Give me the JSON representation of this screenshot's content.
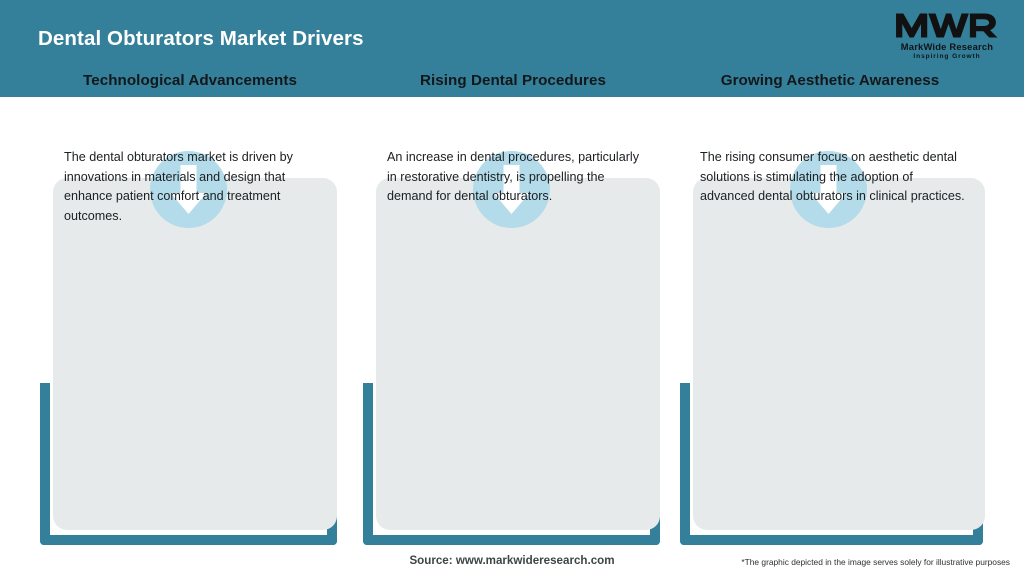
{
  "header": {
    "title": "Dental Obturators Market Drivers",
    "background_color": "#34809a",
    "title_color": "#ffffff"
  },
  "logo": {
    "mark": "MWR",
    "name": "MarkWide Research",
    "tagline": "Inspiring Growth"
  },
  "cards": [
    {
      "icon": "down-arrow-icon",
      "title": "Technological Advancements",
      "body": "The dental obturators market is driven by innovations in materials and design that enhance patient comfort and treatment outcomes."
    },
    {
      "icon": "down-arrow-icon",
      "title": "Rising Dental Procedures",
      "body": "An increase in dental procedures, particularly in restorative dentistry, is propelling the demand for dental obturators."
    },
    {
      "icon": "down-arrow-icon",
      "title": "Growing Aesthetic Awareness",
      "body": "The rising consumer focus on aesthetic dental solutions is stimulating the adoption of advanced dental obturators in clinical practices."
    }
  ],
  "footer": {
    "source": "Source: www.markwideresearch.com",
    "note": "*The graphic depicted in the image serves solely for illustrative purposes"
  },
  "colors": {
    "accent_teal": "#34809a",
    "badge_blue": "#b3dbe9",
    "panel_gray": "#e7eaeb",
    "page_background": "#ffffff"
  }
}
